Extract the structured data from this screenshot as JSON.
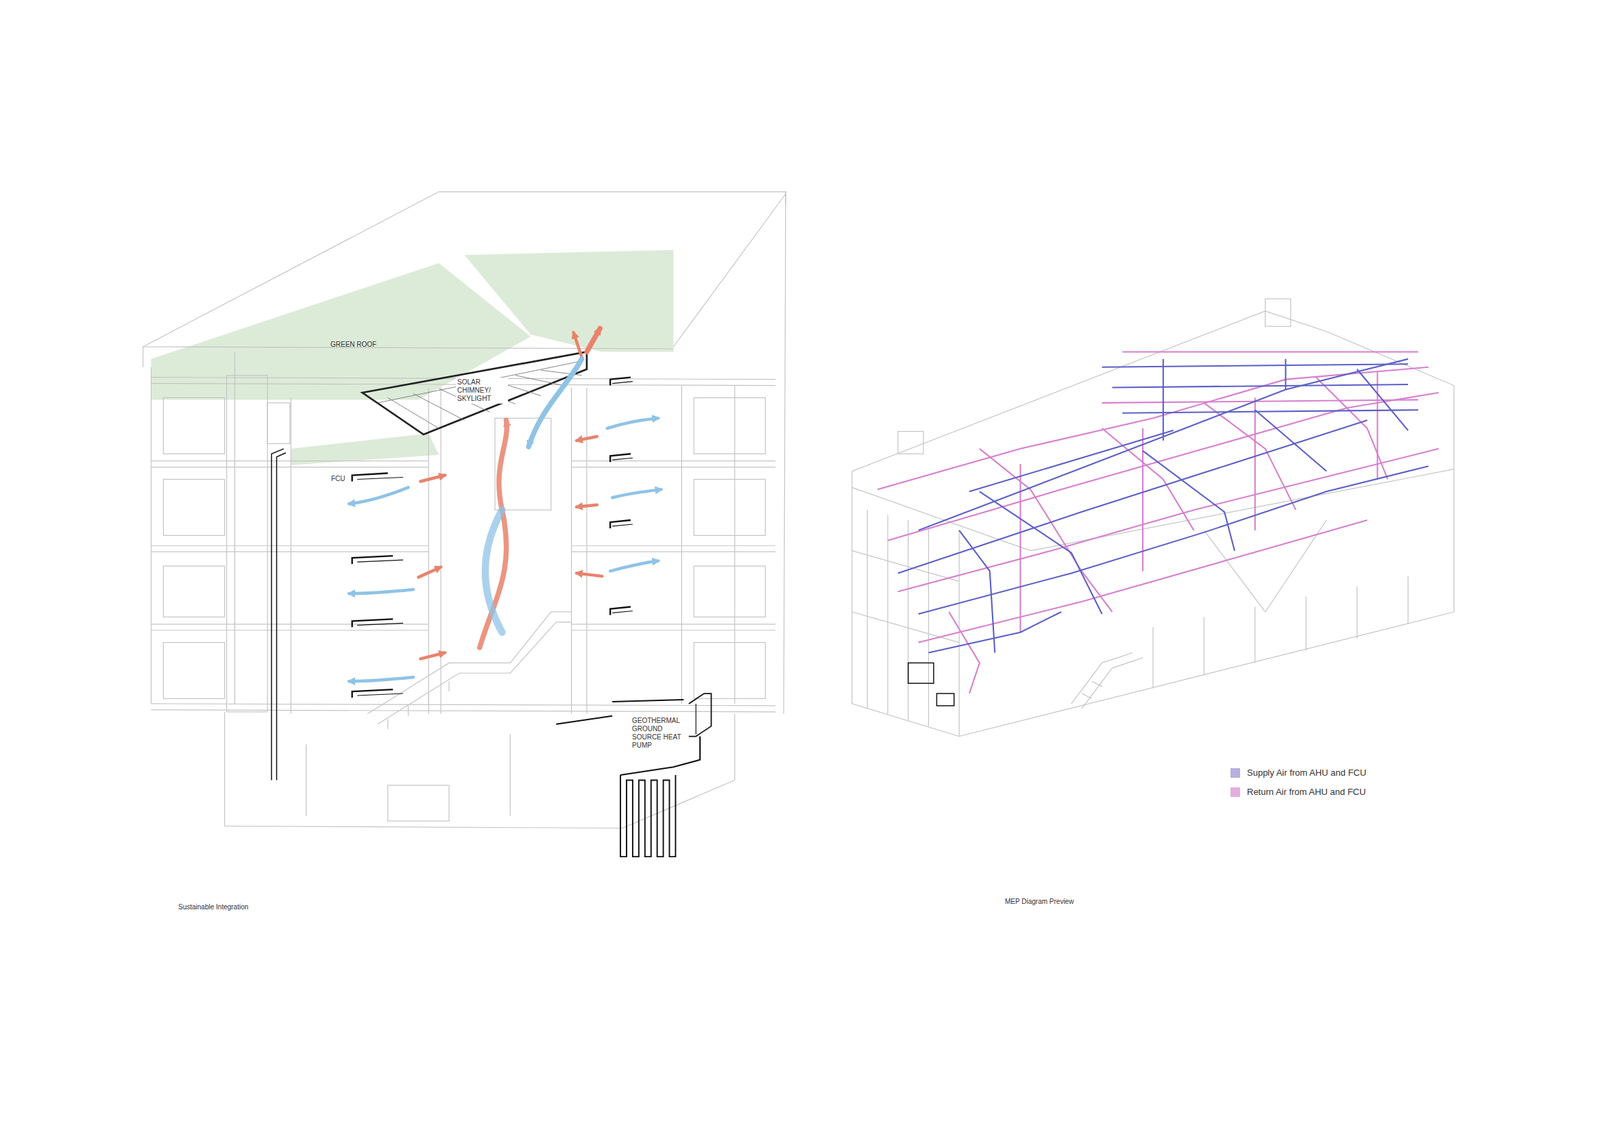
{
  "diagram": {
    "labels": [
      "GREEN ROOF",
      "SOLAR CHIMNEY/ SKYLIGHT",
      "FCU",
      "GEOTHERMAL GROUND SOURCE HEAT PUMP",
      "Sustainable Integration",
      "MEP Diagram Preview"
    ],
    "legend": [
      {
        "text": "Supply Air from AHU and FCU",
        "color": "#b3b1de"
      },
      {
        "text": "Return Air from AHU and FCU",
        "color": "#e3aee0"
      }
    ]
  }
}
